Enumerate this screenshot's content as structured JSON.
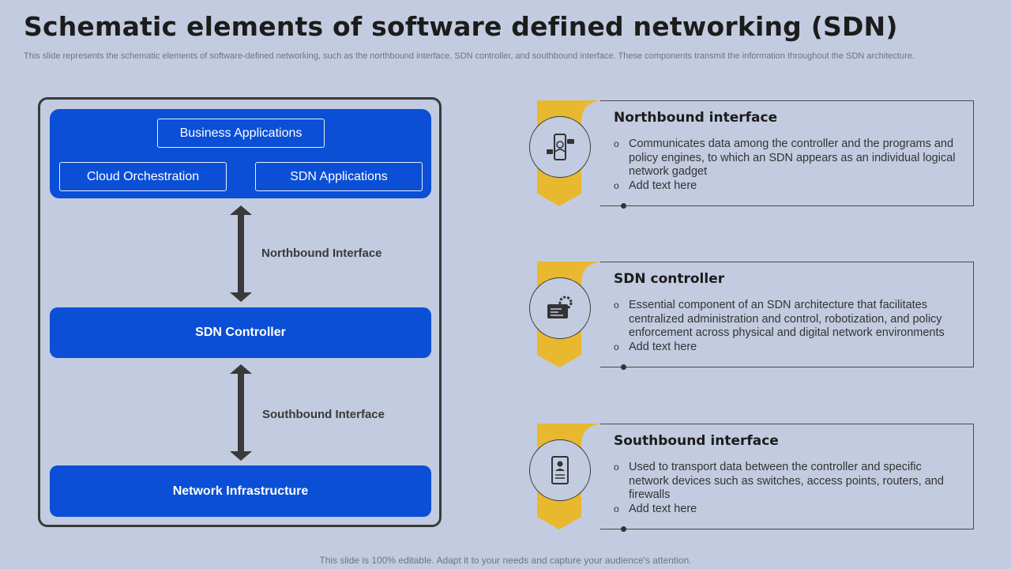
{
  "slide": {
    "title": "Schematic elements of software defined networking (SDN)",
    "subtitle": "This slide represents the schematic elements of software-defined networking, such as the northbound interface, SDN controller, and southbound interface. These components transmit the information throughout the SDN architecture.",
    "footer": "This slide is 100% editable. Adapt it to your needs and capture your audience's attention."
  },
  "diagram": {
    "business_applications": "Business Applications",
    "cloud_orchestration": "Cloud Orchestration",
    "sdn_applications": "SDN Applications",
    "northbound_label": "Northbound Interface",
    "sdn_controller": "SDN Controller",
    "southbound_label": "Southbound Interface",
    "network_infrastructure": "Network Infrastructure"
  },
  "cards": [
    {
      "heading": "Northbound interface",
      "icon": "smartphone-icon",
      "bullets": [
        "Communicates data among the controller and the programs and policy engines, to which an SDN appears as an individual logical network gadget",
        "Add text here"
      ]
    },
    {
      "heading": "SDN controller",
      "icon": "server-gear-icon",
      "bullets": [
        "Essential component of an SDN architecture that facilitates centralized administration and control, robotization, and policy enforcement across physical and digital network environments",
        "Add text here"
      ]
    },
    {
      "heading": "Southbound interface",
      "icon": "device-user-icon",
      "bullets": [
        "Used to transport data between the controller and specific network devices such as switches, access points, routers, and firewalls",
        "Add text here"
      ]
    }
  ],
  "colors": {
    "background": "#c3cbe0",
    "blue": "#0a4fd6",
    "accent_yellow": "#e8b92f",
    "dark": "#3a3a3a"
  }
}
